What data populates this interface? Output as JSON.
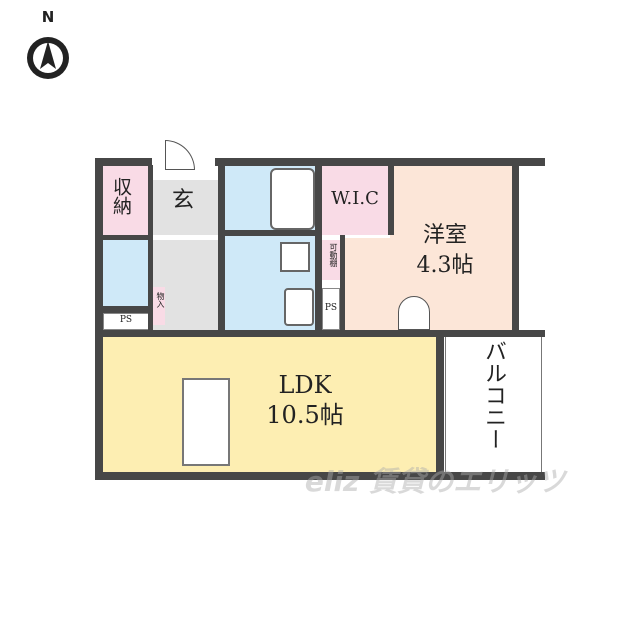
{
  "compass": {
    "label": "N"
  },
  "rooms": {
    "storage": "収納",
    "entrance": "玄",
    "wic": "W.I.C",
    "western_room": {
      "name": "洋室",
      "size": "4.3帖"
    },
    "movable_shelf": "可動棚",
    "closet": "物入",
    "ps_left": "PS",
    "ps_right": "PS",
    "ldk": {
      "name": "LDK",
      "size": "10.5帖"
    },
    "balcony": "バルコニー"
  },
  "watermark": "eliz 賃貸のエリッツ",
  "colors": {
    "wall": "#474747",
    "ldk": "#fdeeb2",
    "storage": "#f9dbe6",
    "wet": "#cfe9f8",
    "entrance": "#e2e2e2",
    "western": "#fce6d8"
  }
}
